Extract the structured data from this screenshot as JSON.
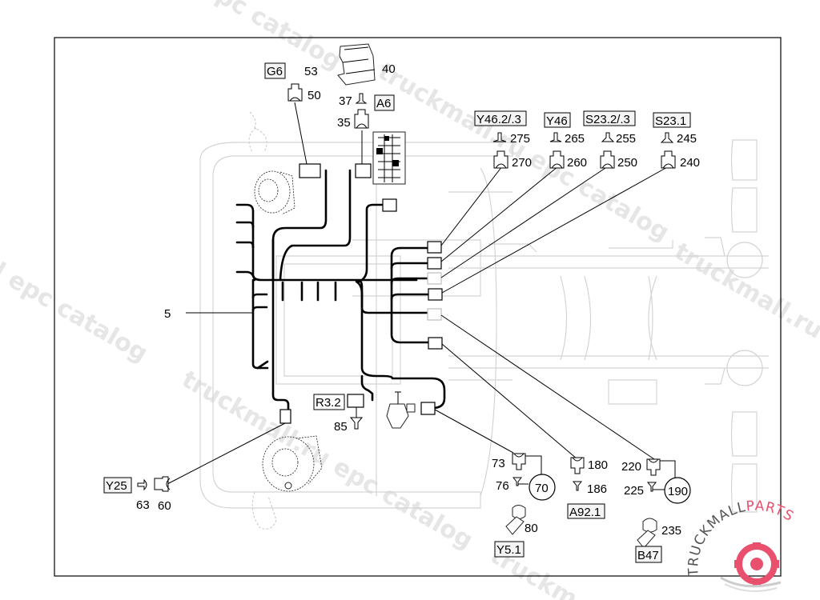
{
  "watermarks": {
    "top": "epc catalog",
    "upper_mid": "truckmall.ru epc catalog",
    "left": "l epc catalog",
    "right": "truckmall.ru e",
    "lower_mid": "truckmall.ru epc catalog",
    "bottom": "truckm"
  },
  "diagram": {
    "harness_label": "5",
    "top_left_group": {
      "tag": "G6",
      "items": [
        {
          "num": "53"
        },
        {
          "num": "50"
        }
      ]
    },
    "top_center_group": {
      "tag": "A6",
      "items": [
        {
          "num": "40"
        },
        {
          "num": "37"
        },
        {
          "num": "35"
        }
      ]
    },
    "top_right_groups": [
      {
        "tag": "Y46.2/.3",
        "plug": "275",
        "socket": "270"
      },
      {
        "tag": "Y46",
        "plug": "265",
        "socket": "260"
      },
      {
        "tag": "S23.2/.3",
        "plug": "255",
        "socket": "250"
      },
      {
        "tag": "S23.1",
        "plug": "245",
        "socket": "240"
      }
    ],
    "r32_group": {
      "tag": "R3.2",
      "plug": "85"
    },
    "y25_group": {
      "tag": "Y25",
      "plug": "63",
      "socket": "60"
    },
    "y51_group": {
      "tag": "Y5.1",
      "socket": "73",
      "plug": "76",
      "circle": "70",
      "part": "80"
    },
    "a921_group": {
      "tag": "A92.1",
      "socket": "180",
      "plug": "186"
    },
    "b47_group": {
      "tag": "B47",
      "socket": "220",
      "plug": "225",
      "circle": "190",
      "part": "235"
    }
  },
  "logo": {
    "text_dark": "TRUCKMALL",
    "text_accent": "PARTS",
    "accent_color": "#e8506e",
    "dark_color": "#555555"
  }
}
